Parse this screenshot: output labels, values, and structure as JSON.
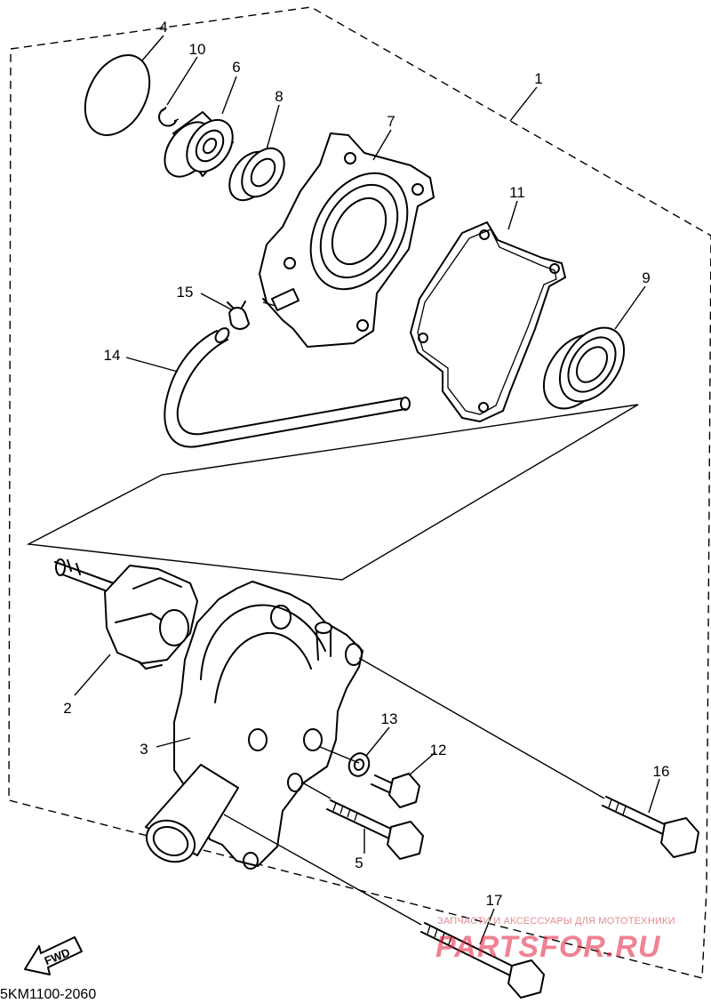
{
  "diagram": {
    "callouts": [
      "1",
      "2",
      "3",
      "4",
      "5",
      "6",
      "7",
      "8",
      "9",
      "10",
      "11",
      "12",
      "13",
      "14",
      "15",
      "16",
      "17"
    ],
    "fwd_label": "FWD",
    "drawing_code": "5KM1100-2060"
  },
  "watermark": {
    "tagline": "ЗАПЧАСТИ И АКСЕССУАРЫ ДЛЯ МОТОТЕХНИКИ",
    "brand": "PARTSFOR.RU"
  }
}
